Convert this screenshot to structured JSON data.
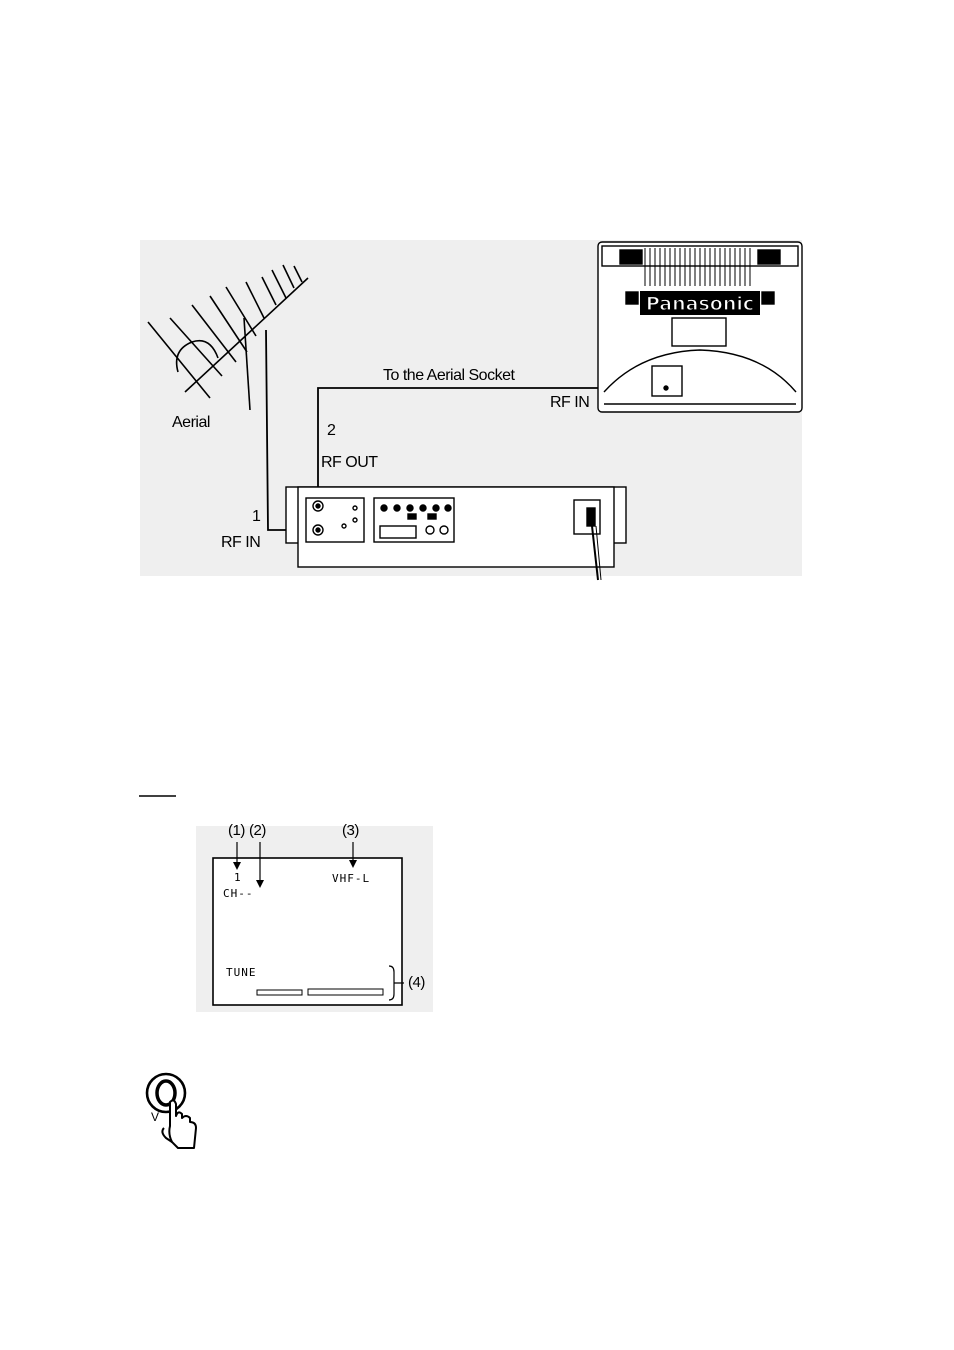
{
  "connection_diagram": {
    "aerial_label": "Aerial",
    "to_socket_label": "To the Aerial Socket",
    "tv_rf_in_label": "RF IN",
    "tv_brand": "Panasonic",
    "step_2_number": "2",
    "rf_out_label": "RF OUT",
    "step_1_number": "1",
    "vcr_rf_in_label": "RF IN"
  },
  "screen_diagram": {
    "callout_1": "(1)",
    "callout_2": "(2)",
    "callout_3": "(3)",
    "callout_4": "(4)",
    "position_number": "1",
    "channel_text": "CH--",
    "band_text": "VHF-L",
    "tune_text": "TUNE"
  },
  "button_illustration": {
    "button_label": "V"
  }
}
